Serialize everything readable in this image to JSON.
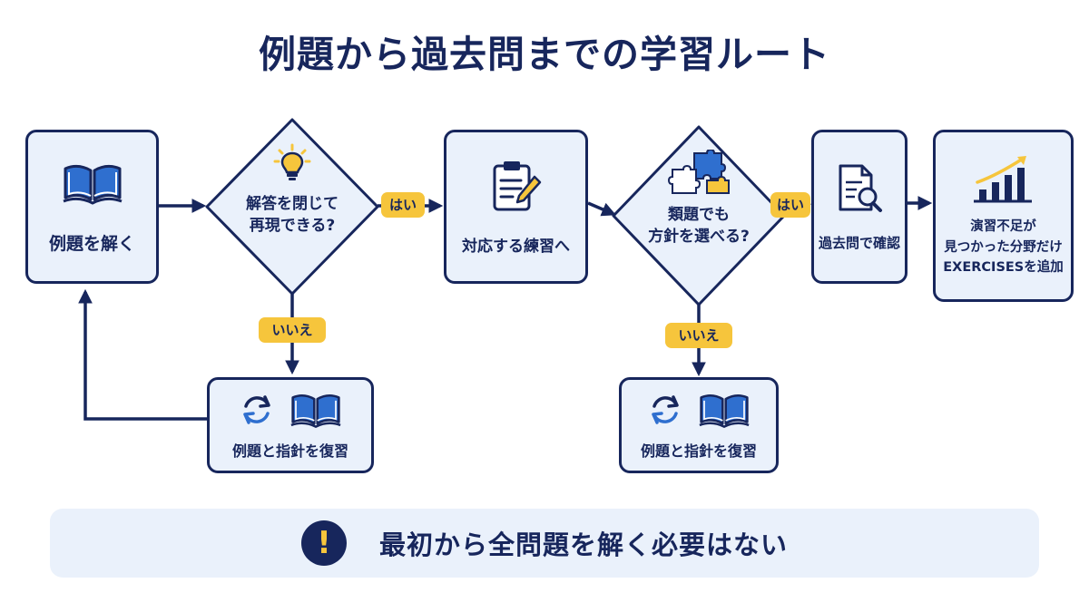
{
  "title": "例題から過去問までの学習ルート",
  "nodes": {
    "solve_examples": "例題を解く",
    "decision1": "解答を閉じて\n再現できる?",
    "practice": "対応する練習へ",
    "decision2": "類題でも\n方針を選べる?",
    "past_exam": "過去問で確認",
    "add_exercises": "演習不足が\n見つかった分野だけ\nEXERCISESを追加",
    "review1": "例題と指針を復習",
    "review2": "例題と指針を復習"
  },
  "edges": {
    "yes1": "はい",
    "yes2": "はい",
    "no1": "いいえ",
    "no2": "いいえ"
  },
  "banner": {
    "message": "最初から全問題を解く必要はない",
    "icon": "exclamation-icon"
  },
  "icons": {
    "solve_examples": "open-book-icon",
    "decision1": "lightbulb-icon",
    "practice": "clipboard-pencil-icon",
    "decision2": "puzzle-icon",
    "past_exam": "document-search-icon",
    "add_exercises": "growth-chart-icon",
    "review": [
      "refresh-icon",
      "open-book-icon"
    ]
  },
  "colors": {
    "navy": "#17265c",
    "fill": "#eaf1fb",
    "accent_blue": "#2f6fcf",
    "yellow": "#f6c53c"
  }
}
